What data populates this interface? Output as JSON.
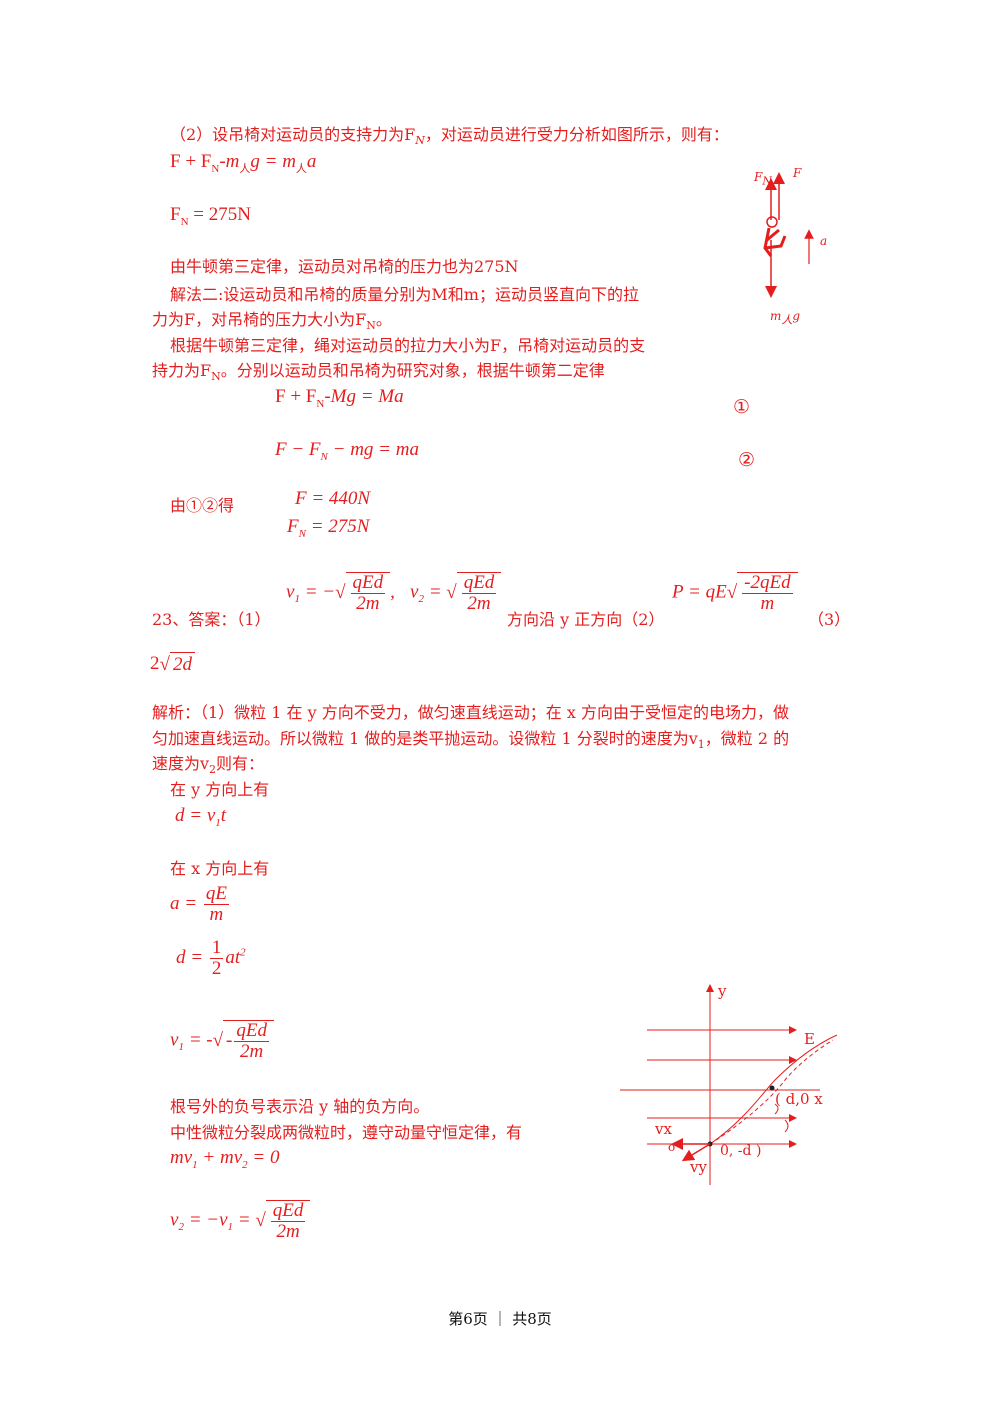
{
  "part2": {
    "intro": "（2）设吊椅对运动员的支持力为F",
    "intro_sub": "N",
    "intro_tail": "，对运动员进行受力分析如图所示，则有：",
    "eq1": "F + F",
    "eq1_sub": "N",
    "eq1_tail": "-m",
    "eq1_sub2": "人",
    "eq1_mid": "g = m",
    "eq1_sub3": "人",
    "eq1_end": "a",
    "eq2": "F",
    "eq2_sub": "N",
    "eq2_tail": " = 275N",
    "newton3": "由牛顿第三定律，运动员对吊椅的压力也为275N",
    "method2_a": "解法二:设运动员和吊椅的质量分别为M和m；运动员竖直向下的拉",
    "method2_b": "力为F，对吊椅的压力大小为F",
    "method2_b_sub": "N",
    "method2_b_end": "。",
    "method2_c": "根据牛顿第三定律，绳对运动员的拉力大小为F，吊椅对运动员的支",
    "method2_d": "持力为F",
    "method2_d_sub": "N",
    "method2_d_end": "。分别以运动员和吊椅为研究对象，根据牛顿第二定律",
    "eqA": "F + F",
    "eqA_sub": "N",
    "eqA_tail": "-Mg = Ma",
    "eqA_mark": "①",
    "eqB": "F − F",
    "eqB_sub": "N",
    "eqB_tail": " − mg = ma",
    "eqB_mark": "②",
    "result_label": "由①②得",
    "result1": "F = 440N",
    "result2": "F",
    "result2_sub": "N",
    "result2_tail": " = 275N"
  },
  "force_diagram": {
    "fn_label": "F",
    "fn_sub": "N",
    "f_label": "F",
    "a_label": "a",
    "mg_label": "m",
    "mg_sub": "人",
    "mg_tail": "g"
  },
  "q23": {
    "answer_label": "23、答案：（1）",
    "v1_lhs": "v",
    "v1_sub": "1",
    "v1_eq": " = −",
    "v2_lhs": "v",
    "v2_sub": "2",
    "v2_eq": " = ",
    "frac_num": "qEd",
    "frac_den": "2m",
    "direction": "方向沿 y 正方向（2）",
    "p_lhs": "P = qE",
    "p_num": "-2qEd",
    "p_den": "m",
    "part3": "（3）",
    "ans3_coef": "2",
    "ans3_rad": "2d",
    "analysis_a": "解析：（1）微粒 1 在 y 方向不受力，做匀速直线运动；在 x 方向由于受恒定的电场力，做",
    "analysis_b": "匀加速直线运动。所以微粒 1 做的是类平抛运动。设微粒 1 分裂时的速度为v",
    "analysis_b_sub": "1",
    "analysis_b_end": "，微粒 2 的",
    "analysis_c": "速度为v",
    "analysis_c_sub": "2",
    "analysis_c_end": "则有：",
    "y_dir": "在 y 方向上有",
    "eq_y": "d = v",
    "eq_y_sub": "1",
    "eq_y_end": "t",
    "x_dir": "在 x 方向上有",
    "eq_a_lhs": "a = ",
    "eq_a_num": "qE",
    "eq_a_den": "m",
    "eq_d_lhs": "d = ",
    "eq_d_num": "1",
    "eq_d_den": "2",
    "eq_d_tail": "at",
    "eq_d_sup": "2",
    "eq_v1_lhs": "v",
    "eq_v1_sub": "1",
    "eq_v1_eq": " = -",
    "eq_v1_num": "qEd",
    "eq_v1_den": "2m",
    "neg_note": "根号外的负号表示沿 y 轴的负方向。",
    "momentum": "中性微粒分裂成两微粒时，遵守动量守恒定律，有",
    "eq_mom": "mv",
    "eq_mom_sub1": "1",
    "eq_mom_mid": " + mv",
    "eq_mom_sub2": "2",
    "eq_mom_end": " = 0",
    "eq_v2_lhs": "v",
    "eq_v2_sub": "2",
    "eq_v2_mid": " = −v",
    "eq_v2_sub2": "1",
    "eq_v2_eq": " = ",
    "eq_v2_num": "qEd",
    "eq_v2_den": "2m"
  },
  "field_diagram": {
    "y_label": "y",
    "e_label": "E",
    "pt1_label": "( d,0 x",
    "pt2_label": "0, -d )",
    "vx_label": "vx",
    "vy_label": "vy",
    "o_label": "o"
  },
  "footer": {
    "text": "第6页 ｜ 共8页"
  }
}
